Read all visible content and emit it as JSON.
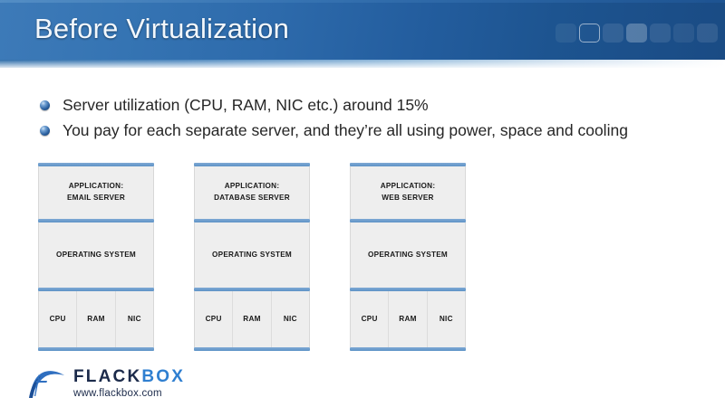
{
  "header": {
    "title": "Before Virtualization",
    "decorative_squares": [
      "dim",
      "outline",
      "normal",
      "bright",
      "normal",
      "dim",
      "normal"
    ],
    "accent_color": "#2d6aab"
  },
  "bullets": [
    {
      "text": "Server utilization (CPU, RAM, NIC etc.) around 15%"
    },
    {
      "text": "You pay for each separate server, and they’re all using power, space and cooling"
    }
  ],
  "stacks": [
    {
      "application_line1": "APPLICATION:",
      "application_line2": "EMAIL SERVER",
      "os_label": "OPERATING SYSTEM",
      "hardware": [
        "CPU",
        "RAM",
        "NIC"
      ]
    },
    {
      "application_line1": "APPLICATION:",
      "application_line2": "DATABASE SERVER",
      "os_label": "OPERATING SYSTEM",
      "hardware": [
        "CPU",
        "RAM",
        "NIC"
      ]
    },
    {
      "application_line1": "APPLICATION:",
      "application_line2": "WEB SERVER",
      "os_label": "OPERATING SYSTEM",
      "hardware": [
        "CPU",
        "RAM",
        "NIC"
      ]
    }
  ],
  "logo": {
    "name_part1": "FLACK",
    "name_part2": "BOX",
    "url": "www.flackbox.com",
    "part1_color": "#1b2a4a",
    "part2_color": "#2f7fd0"
  }
}
